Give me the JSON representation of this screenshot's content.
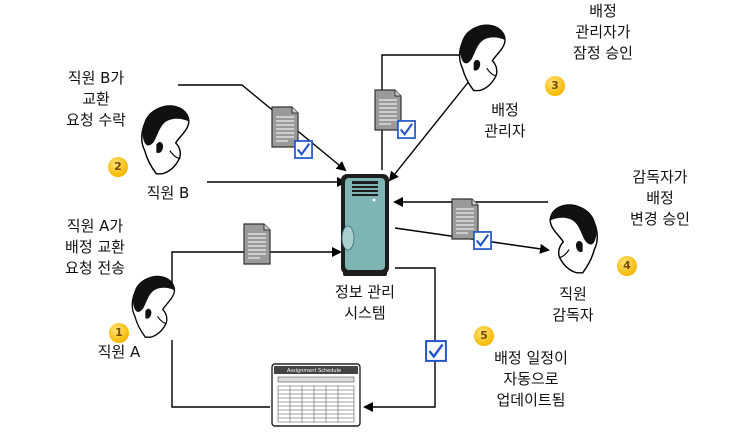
{
  "steps": [
    {
      "number": "1",
      "lines": [
        "직원 A"
      ]
    },
    {
      "number": "2",
      "lines": [
        "직원 B"
      ]
    },
    {
      "number": "3",
      "lines": [
        "배정",
        "관리자"
      ]
    },
    {
      "number": "4",
      "lines": [
        "직원",
        "감독자"
      ]
    },
    {
      "number": "5",
      "lines": [
        "배정 일정이",
        "자동으로",
        "업데이트됨"
      ]
    }
  ],
  "actions": {
    "a_request": [
      "직원 A가",
      "배정 교환",
      "요청 전송"
    ],
    "b_accept": [
      "직원 B가",
      "교환",
      "요청 수락"
    ],
    "manager_approve": [
      "배정",
      "관리자가",
      "잠정 승인"
    ],
    "supervisor_approve": [
      "감독자가",
      "배정",
      "변경 승인"
    ]
  },
  "system": [
    "정보 관리",
    "시스템"
  ],
  "schedule_title": "Assignment Schedule",
  "colors": {
    "server": "#7fb4b4",
    "badge": "#f7b900",
    "check": "#2255cc"
  }
}
